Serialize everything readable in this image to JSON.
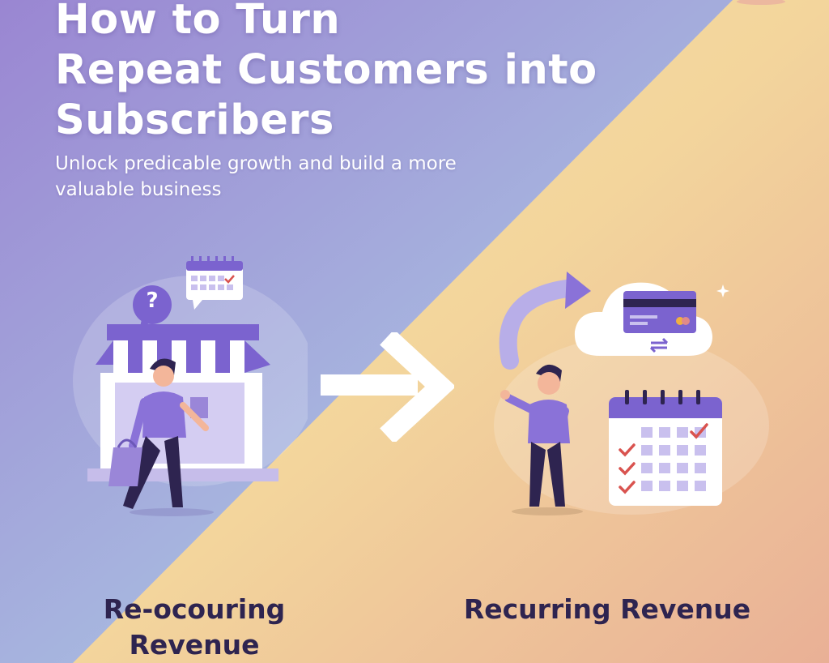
{
  "headline": {
    "line1": "How to Turn",
    "line2": "Repeat Customers into",
    "line3": "Subscribers"
  },
  "subhead": {
    "line1": "Unlock predicable growth and build a more",
    "line2": "valuable business"
  },
  "left_panel": {
    "label_line1": "Re-ocouring",
    "label_line2": "Revenue",
    "question_mark": "?"
  },
  "right_panel": {
    "label": "Recurring Revenue"
  },
  "colors": {
    "purple": "#7b63cf",
    "light_purple": "#b8aee8",
    "dark_navy": "#2e2450",
    "red_check": "#d9534f",
    "bg_purple": "#9a86d2",
    "bg_blue": "#a7c4e2",
    "bg_yellow": "#f3d9a0",
    "bg_peach": "#eab597"
  },
  "icons": [
    "question-bubble-icon",
    "calendar-icon",
    "storefront-icon",
    "shopping-bag-icon",
    "arrow-right-icon",
    "cloud-icon",
    "credit-card-icon",
    "exchange-arrows-icon",
    "checkmark-icon",
    "sparkle-icon"
  ]
}
